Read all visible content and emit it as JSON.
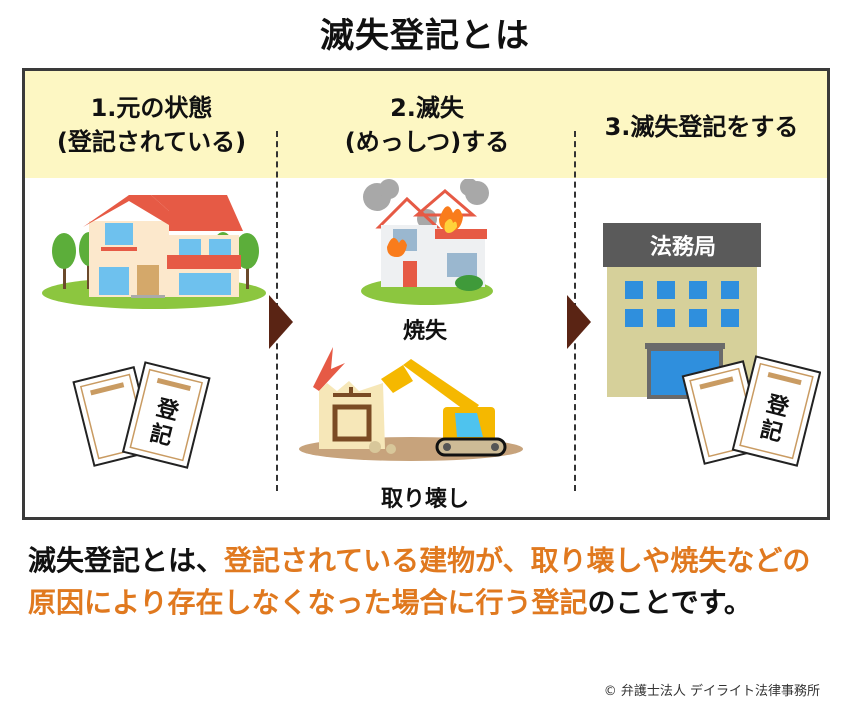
{
  "title": "滅失登記とは",
  "steps": [
    {
      "line1": "1.元の状態",
      "line2": "(登記されている)"
    },
    {
      "line1": "2.滅失",
      "line2": "(めっしつ)する"
    },
    {
      "line1": "3.滅失登記をする",
      "line2": ""
    }
  ],
  "captions": {
    "fire": "焼失",
    "demolition": "取り壊し"
  },
  "register_doc_label": [
    "登",
    "記"
  ],
  "office_sign": "法務局",
  "description": {
    "part1": "滅失登記とは、",
    "part2_highlight": "登記されている建物が、取り壊しや焼失などの原因により存在しなくなった場合に行う登記",
    "part3": "のことです。"
  },
  "copyright": "© 弁護士法人 デイライト法律事務所",
  "colors": {
    "header_band": "#fdf7c3",
    "arrow": "#5a2414",
    "highlight": "#e0791f",
    "border": "#3a3a3a"
  }
}
